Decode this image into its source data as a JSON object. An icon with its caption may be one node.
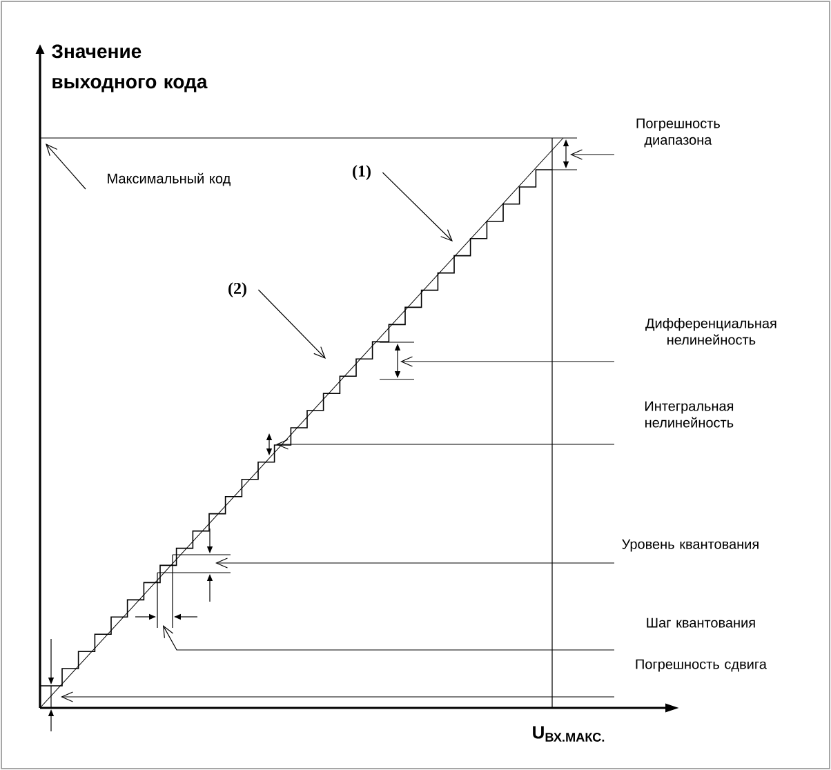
{
  "diagram": {
    "nodes": [
      {
        "text": [
          "Максимальный код"
        ]
      },
      {
        "text": [
          "(1)"
        ]
      },
      {
        "text": [
          "(2)"
        ]
      },
      {
        "text": [
          "Погрешность диапазона"
        ]
      },
      {
        "text": [
          "Дифференциальная нелинейность"
        ]
      },
      {
        "text": [
          "Интегральная нелинейность"
        ]
      },
      {
        "text": [
          "Уровень квантования"
        ]
      },
      {
        "text": [
          "Шаг квантования"
        ]
      },
      {
        "text": [
          "Погрешность сдвига"
        ]
      }
    ],
    "edges": [
      {
        "from": 0,
        "to": null,
        "arrow": "to"
      },
      {
        "from": 1,
        "to": null,
        "arrow": "to"
      },
      {
        "from": 2,
        "to": null,
        "arrow": "to"
      },
      {
        "from": 3,
        "to": null,
        "arrow": "to"
      },
      {
        "from": 4,
        "to": null,
        "arrow": "to"
      },
      {
        "from": 5,
        "to": null,
        "arrow": "to"
      },
      {
        "from": 6,
        "to": null,
        "arrow": "to"
      },
      {
        "from": 7,
        "to": null,
        "arrow": "to"
      },
      {
        "from": 8,
        "to": null,
        "arrow": "to"
      }
    ],
    "labels": [
      "Значение выходного кода",
      "U$_{ВХ.МАКС.}$"
    ]
  }
}
